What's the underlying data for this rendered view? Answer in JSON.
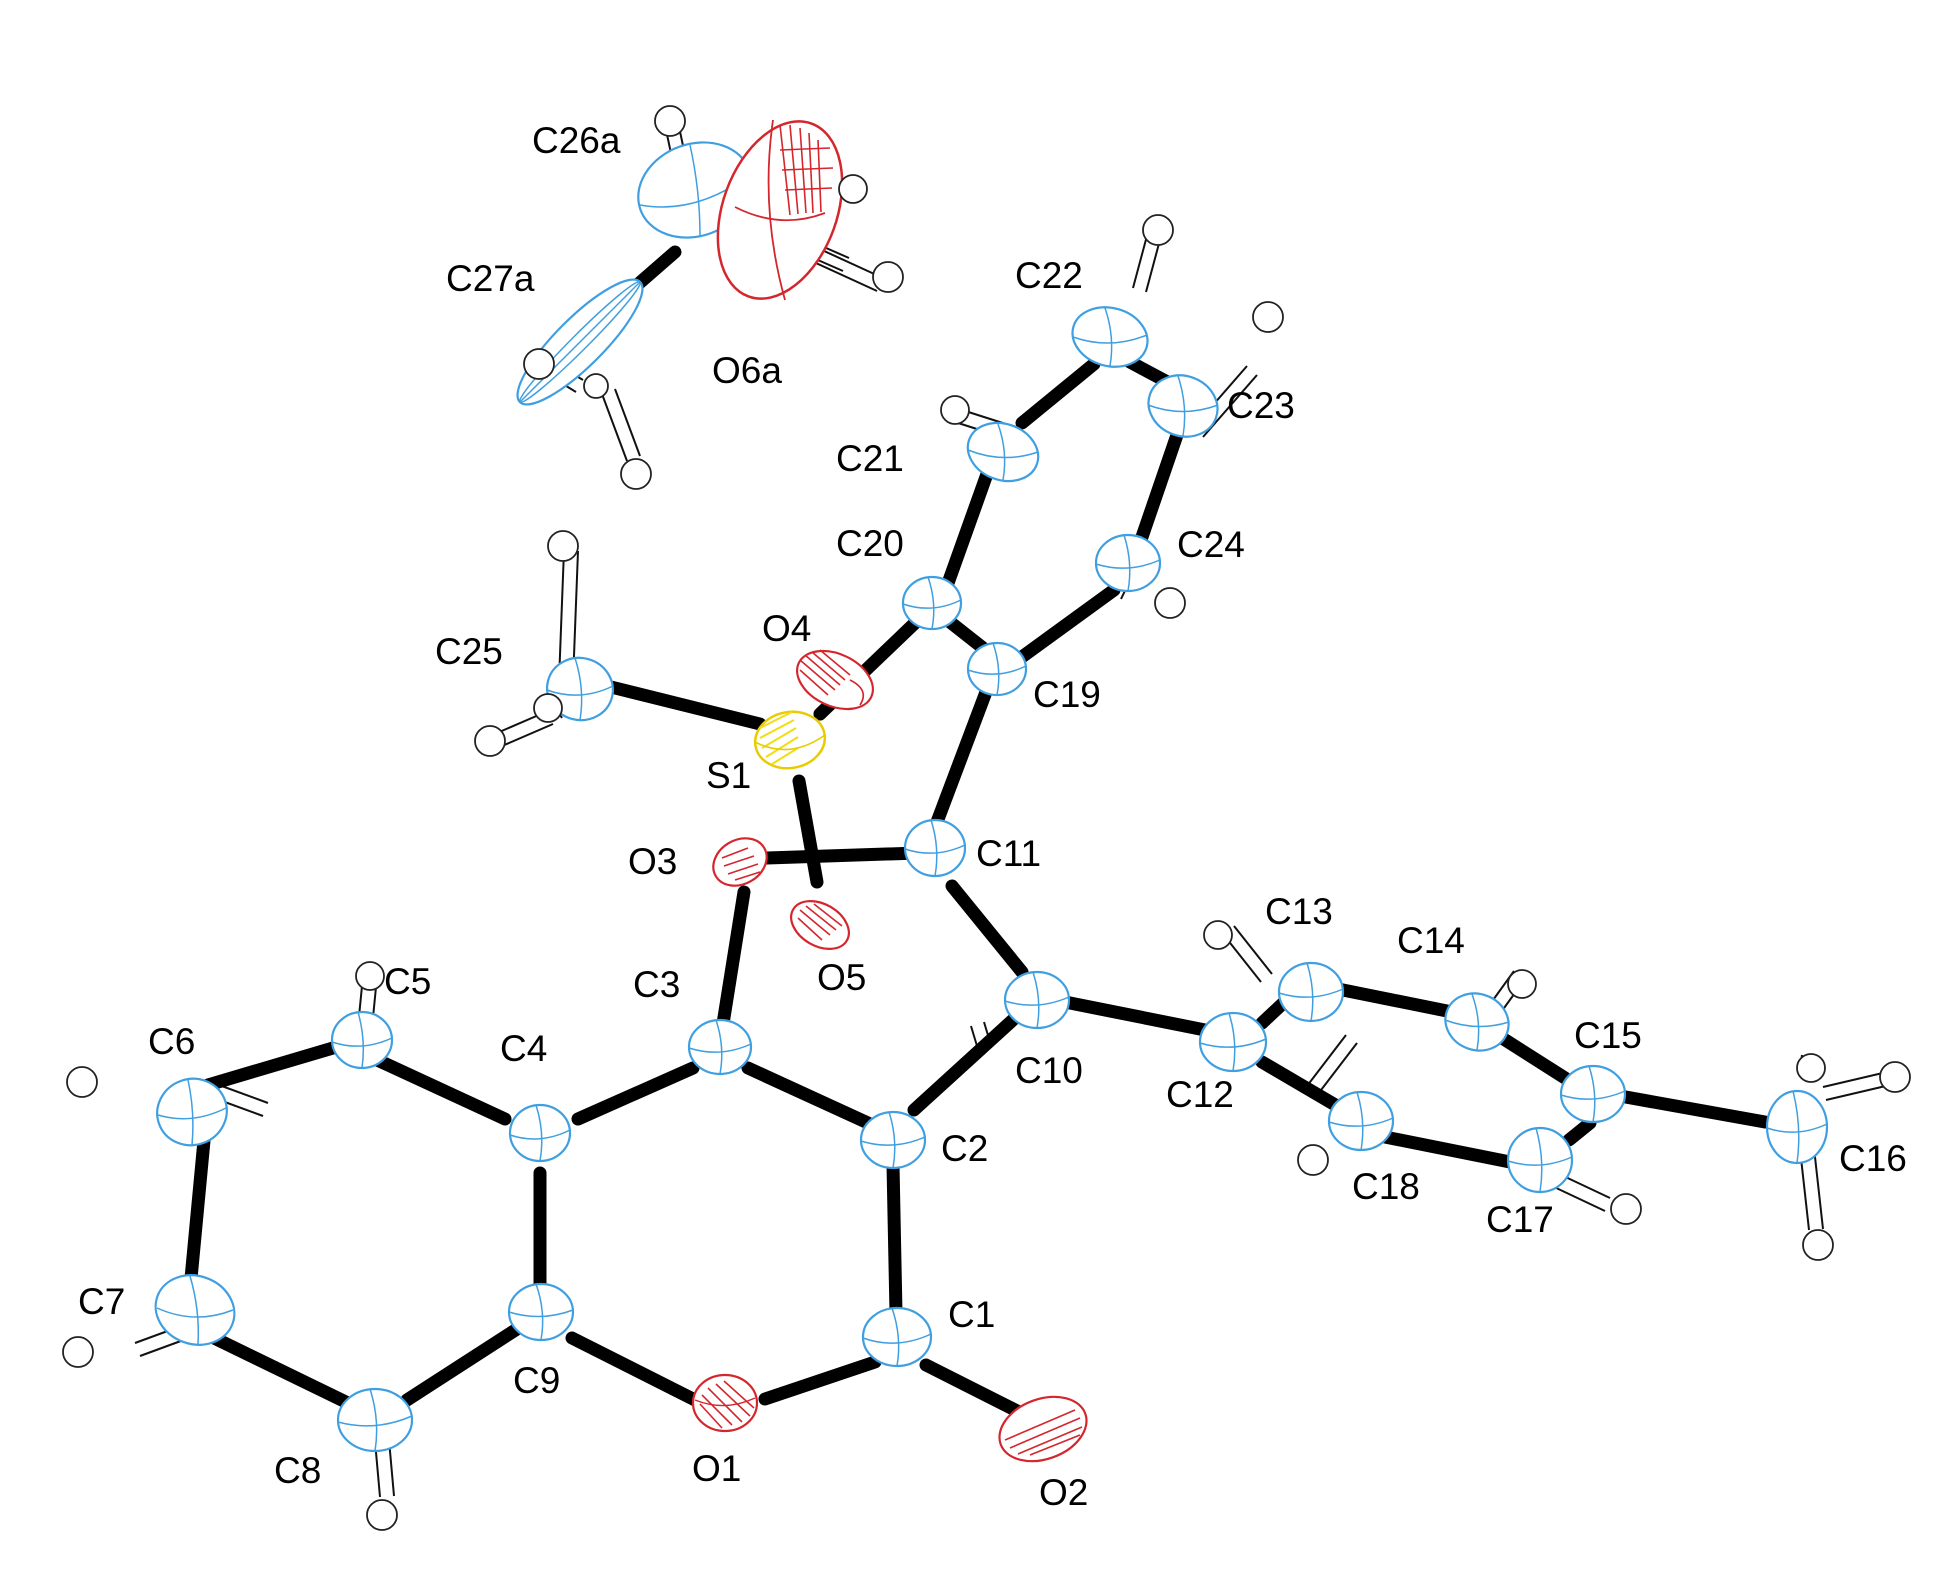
{
  "colors": {
    "carbon": "#3f9fe0",
    "oxygen": "#d4262c",
    "sulfur": "#ffe000",
    "hydrogen": "#ffffff",
    "bond": "#000000"
  },
  "labels": {
    "C1": "C1",
    "C2": "C2",
    "C3": "C3",
    "C4": "C4",
    "C5": "C5",
    "C6": "C6",
    "C7": "C7",
    "C8": "C8",
    "C9": "C9",
    "C10": "C10",
    "C11": "C11",
    "C12": "C12",
    "C13": "C13",
    "C14": "C14",
    "C15": "C15",
    "C16": "C16",
    "C17": "C17",
    "C18": "C18",
    "C19": "C19",
    "C20": "C20",
    "C21": "C21",
    "C22": "C22",
    "C23": "C23",
    "C24": "C24",
    "C25": "C25",
    "C26a": "C26a",
    "C27a": "C27a",
    "O1": "O1",
    "O2": "O2",
    "O3": "O3",
    "O4": "O4",
    "O5": "O5",
    "O6a": "O6a",
    "S1": "S1"
  }
}
